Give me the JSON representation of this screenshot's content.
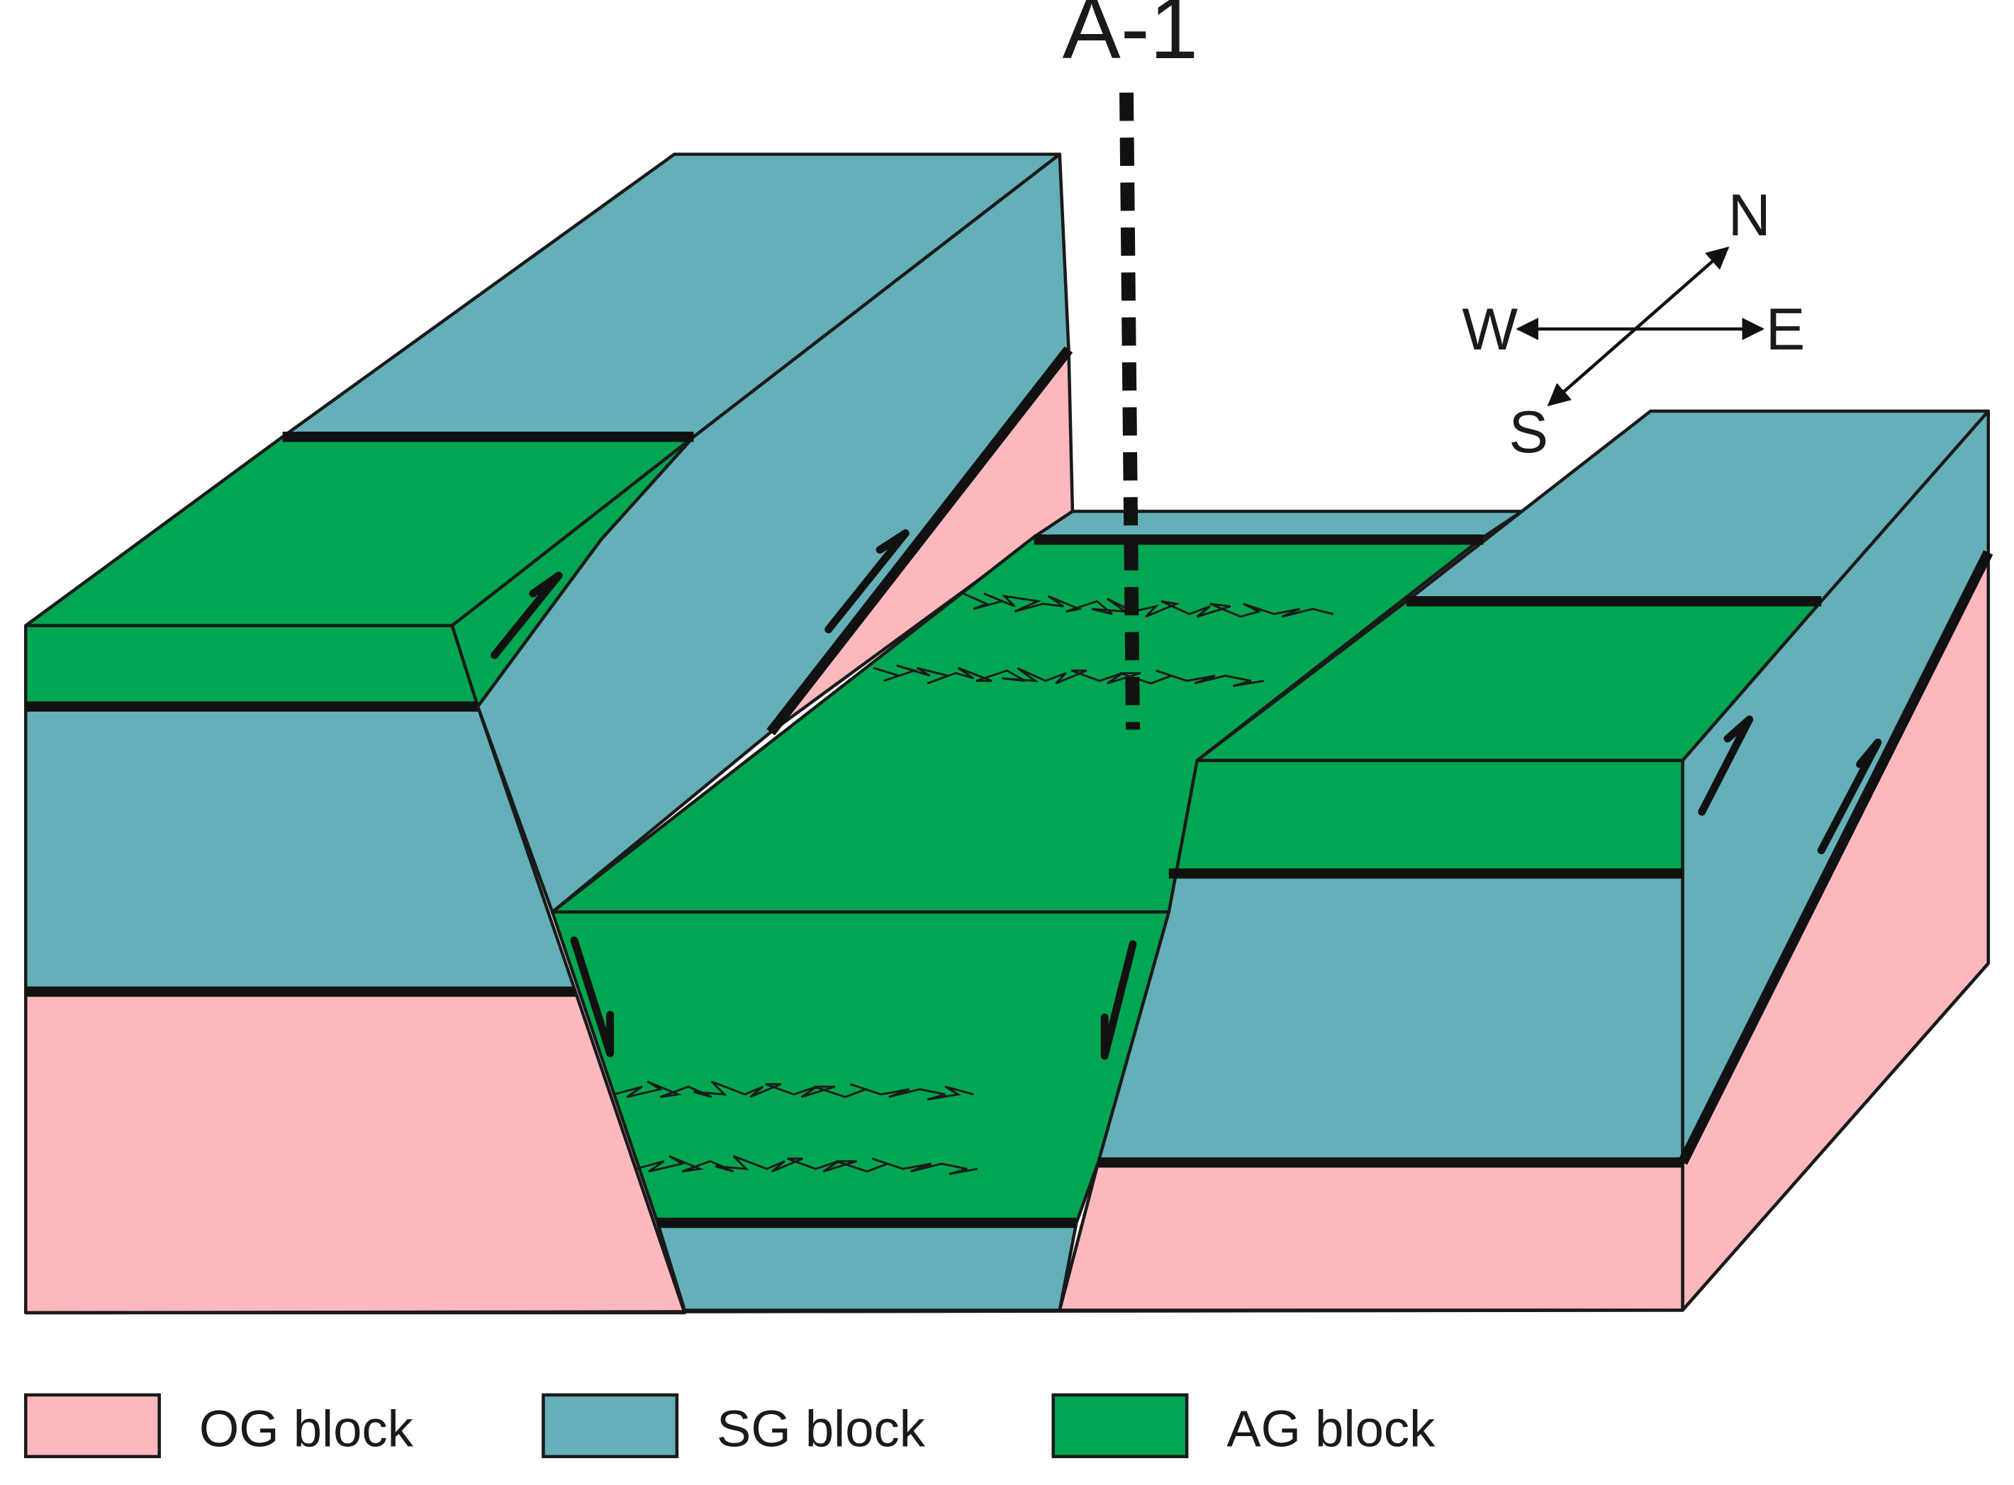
{
  "well": {
    "label": "A-1"
  },
  "compass": {
    "north": "N",
    "south": "S",
    "east": "E",
    "west": "W"
  },
  "legend": [
    {
      "label": "OG block",
      "color": "#fbb8bd"
    },
    {
      "label": "SG block",
      "color": "#64afb8"
    },
    {
      "label": "AG block",
      "color": "#00a651"
    }
  ]
}
